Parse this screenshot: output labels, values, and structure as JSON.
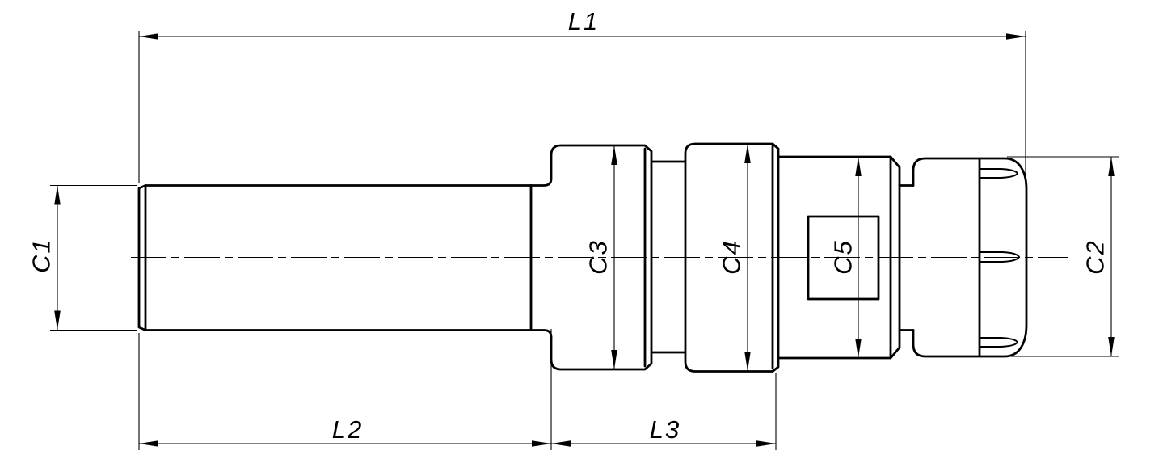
{
  "page": {
    "background_color": "#ffffff"
  },
  "drawing": {
    "stroke_color": "#000000",
    "labels": {
      "L1": "L1",
      "L2": "L2",
      "L3": "L3",
      "C1": "C1",
      "C2": "C2",
      "C3": "C3",
      "C4": "C4",
      "C5": "C5"
    }
  }
}
